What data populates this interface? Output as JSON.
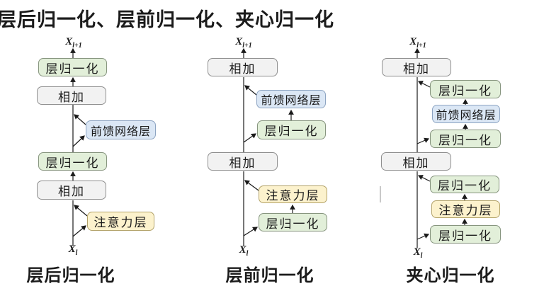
{
  "title": "层后归一化、层前归一化、夹心归一化",
  "columns": [
    {
      "name": "post_ln",
      "caption": "层后归一化",
      "output": {
        "base": "X",
        "sub": "l+1"
      },
      "input": {
        "base": "X",
        "sub": "l"
      },
      "boxes": [
        {
          "kind": "layernorm",
          "label": "层归一化"
        },
        {
          "kind": "add",
          "label": "相加"
        },
        {
          "kind": "ffn",
          "label": "前馈网络层"
        },
        {
          "kind": "layernorm",
          "label": "层归一化"
        },
        {
          "kind": "add",
          "label": "相加"
        },
        {
          "kind": "attention",
          "label": "注意力层"
        }
      ]
    },
    {
      "name": "pre_ln",
      "caption": "层前归一化",
      "output": {
        "base": "X",
        "sub": "l+1"
      },
      "input": {
        "base": "X",
        "sub": "l"
      },
      "boxes": [
        {
          "kind": "add",
          "label": "相加"
        },
        {
          "kind": "ffn",
          "label": "前馈网络层"
        },
        {
          "kind": "layernorm",
          "label": "层归一化"
        },
        {
          "kind": "add",
          "label": "相加"
        },
        {
          "kind": "attention",
          "label": "注意力层"
        },
        {
          "kind": "layernorm",
          "label": "层归一化"
        }
      ]
    },
    {
      "name": "sandwich_ln",
      "caption": "夹心归一化",
      "output": {
        "base": "X",
        "sub": "l+1"
      },
      "input": {
        "base": "X",
        "sub": "l"
      },
      "boxes": [
        {
          "kind": "add",
          "label": "相加"
        },
        {
          "kind": "layernorm",
          "label": "层归一化"
        },
        {
          "kind": "ffn",
          "label": "前馈网络层"
        },
        {
          "kind": "layernorm",
          "label": "层归一化"
        },
        {
          "kind": "add",
          "label": "相加"
        },
        {
          "kind": "layernorm",
          "label": "层归一化"
        },
        {
          "kind": "attention",
          "label": "注意力层"
        },
        {
          "kind": "layernorm",
          "label": "层归一化"
        }
      ]
    }
  ],
  "colors": {
    "layernorm_bg": "#e2efd9",
    "layernorm_border": "#87957f",
    "add_bg": "#f2f2f2",
    "add_border": "#8f8f8f",
    "ffn_bg": "#dbe7f5",
    "ffn_border": "#8da4c2",
    "attention_bg": "#fcf2cd",
    "attention_border": "#b3a36a",
    "line": "#1a1a1a",
    "text": "#1b1b1b"
  }
}
